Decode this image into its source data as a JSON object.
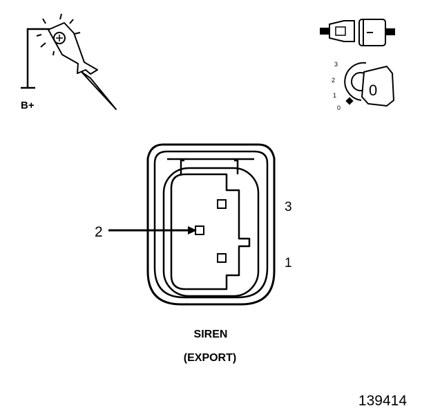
{
  "probe": {
    "label": "B+"
  },
  "ignition": {
    "positions": [
      "3",
      "2",
      "1",
      "0"
    ],
    "key_label": "0"
  },
  "connector": {
    "pin_labels": {
      "pin2": "2",
      "pin3": "3",
      "pin1": "1"
    },
    "title_line1": "SIREN",
    "title_line2": "(EXPORT)"
  },
  "figure_id": "139414"
}
